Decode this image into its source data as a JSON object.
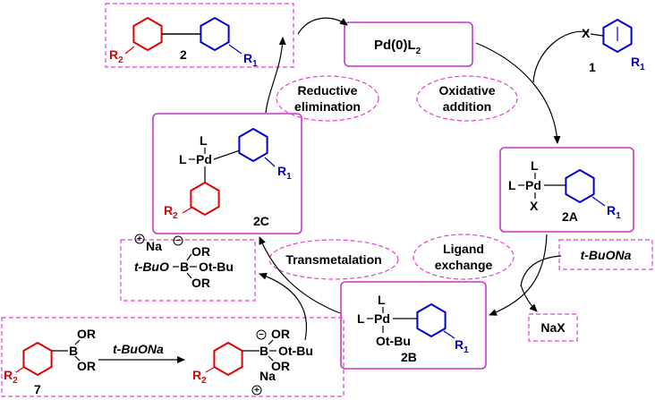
{
  "colors": {
    "box_border": "#cc33cc",
    "dash_border": "#e040d0",
    "red_ring": "#e00000",
    "blue_ring": "#0000cc",
    "black": "#000000"
  },
  "labels": {
    "pd0": "Pd(0)L",
    "pd0_sub": "2",
    "oxidative": "Oxidative",
    "addition": "addition",
    "reductive": "Reductive",
    "elimination": "elimination",
    "ligand": "Ligand",
    "exchange": "exchange",
    "transmetalation": "Transmetalation",
    "tBuONa": "t-BuONa",
    "tBuONa_arrow": "t-BuONa",
    "nax": "NaX"
  },
  "compounds": {
    "c1": {
      "x_label": "X",
      "r_label": "R",
      "r_sub": "1",
      "number": "1"
    },
    "c2": {
      "r2": "R",
      "r2_sub": "2",
      "r1": "R",
      "r1_sub": "1",
      "number": "2"
    },
    "c2A": {
      "L_top": "L",
      "L_left": "L",
      "pd": "Pd",
      "X": "X",
      "r": "R",
      "r_sub": "1",
      "number": "2A"
    },
    "c2B": {
      "L_top": "L",
      "L_left": "L",
      "pd": "Pd",
      "otbu": "Ot-Bu",
      "r": "R",
      "r_sub": "1",
      "number": "2B"
    },
    "c2C": {
      "L_top": "L",
      "L_left": "L",
      "pd": "Pd",
      "r1": "R",
      "r1_sub": "1",
      "r2": "R",
      "r2_sub": "2",
      "number": "2C"
    },
    "borate": {
      "plus": "+",
      "na": "Na",
      "minus": "−",
      "or_top": "OR",
      "left": "t-BuO",
      "b": "B",
      "right": "Ot-Bu",
      "or_bottom": "OR"
    },
    "c7": {
      "or_top": "OR",
      "b": "B",
      "or_bottom": "OR",
      "r": "R",
      "r_sub": "2",
      "number": "7"
    },
    "c7product": {
      "or_top": "OR",
      "b": "B",
      "right": "Ot-Bu",
      "or_bottom": "OR",
      "minus": "−",
      "na": "Na",
      "plus": "+",
      "r": "R",
      "r_sub": "2"
    }
  }
}
